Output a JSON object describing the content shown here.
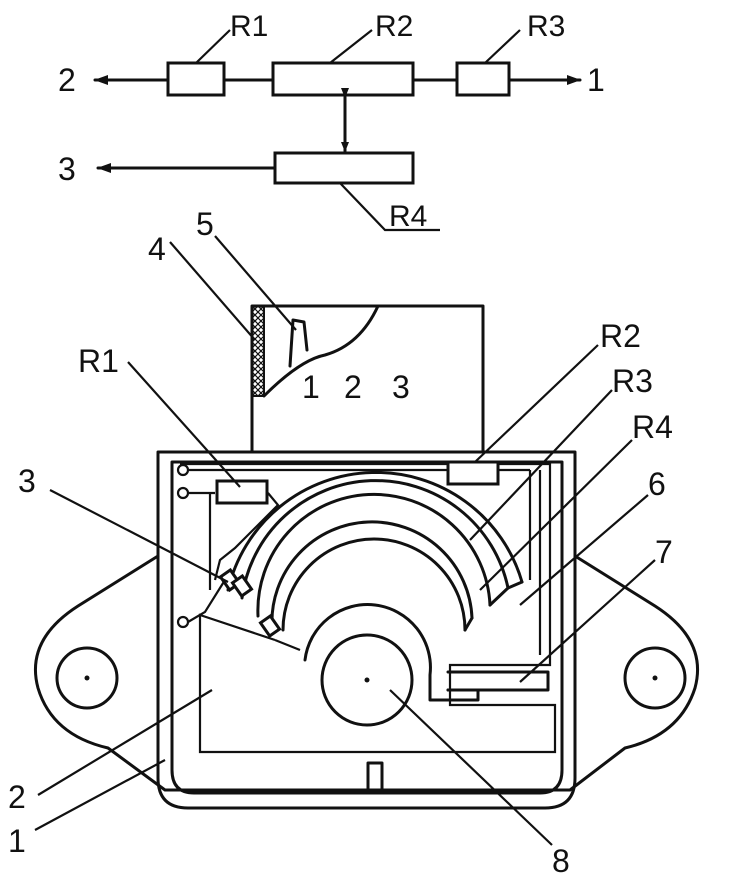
{
  "schematic": {
    "resistors": {
      "r1": "R1",
      "r2": "R2",
      "r3": "R3",
      "r4": "R4"
    },
    "terminals": {
      "t1": "1",
      "t2": "2",
      "t3": "3"
    }
  },
  "assembly": {
    "connector_pins": [
      "1",
      "2",
      "3"
    ],
    "resistor_labels": {
      "r1": "R1",
      "r2": "R2",
      "r3": "R3",
      "r4": "R4"
    },
    "part_numbers": {
      "p1": "1",
      "p2": "2",
      "p3": "3",
      "p4": "4",
      "p5": "5",
      "p6": "6",
      "p7": "7",
      "p8": "8"
    }
  },
  "colors": {
    "ink": "#111111",
    "paper": "#ffffff"
  }
}
